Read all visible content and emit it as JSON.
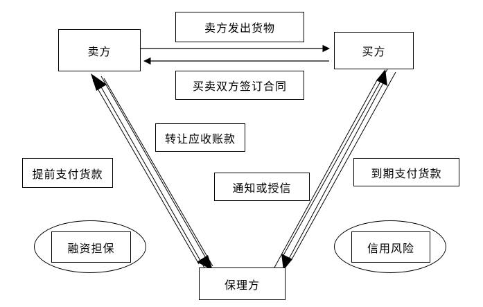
{
  "parties": {
    "seller": "卖方",
    "buyer": "买方",
    "factor": "保理方"
  },
  "flows": {
    "seller_ships_goods": "卖方发出货物",
    "contract_signed": "买卖双方签订合同",
    "transfer_receivables": "转让应收账款",
    "advance_payment": "提前支付货款",
    "notify_or_credit": "通知或授信",
    "payment_at_maturity": "到期支付货款"
  },
  "functions": {
    "financing_guarantee": "融资担保",
    "credit_risk": "信用风险"
  }
}
